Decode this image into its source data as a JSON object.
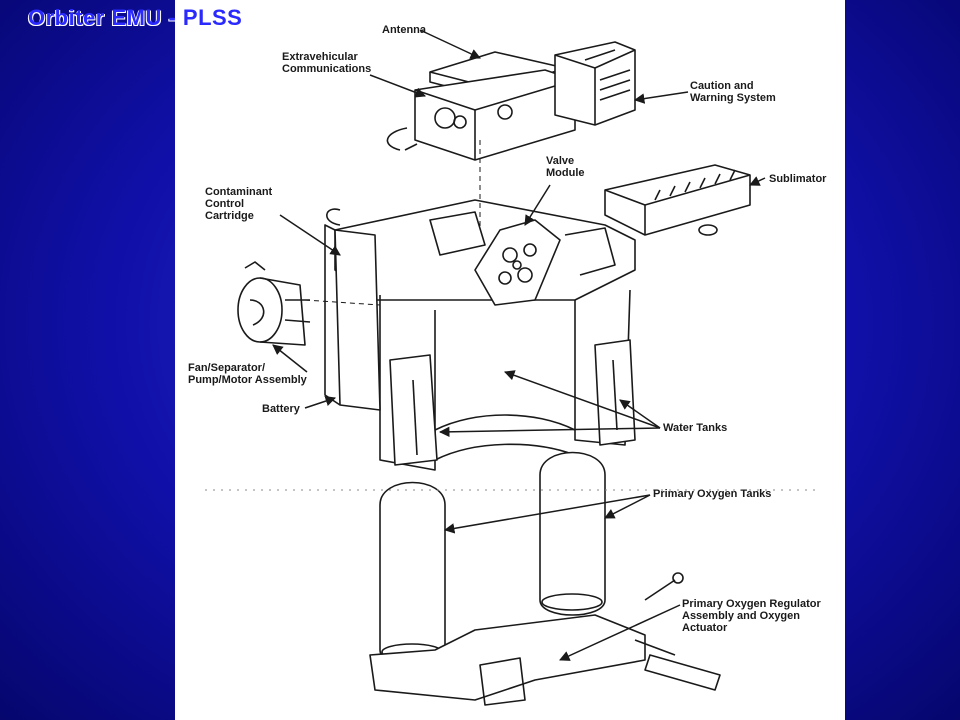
{
  "title": "Orbiter EMU - PLSS",
  "labels": {
    "antenna": [
      "Antenna"
    ],
    "evc": [
      "Extravehicular",
      "Communications"
    ],
    "caution": [
      "Caution and",
      "Warning System"
    ],
    "valve": [
      "Valve",
      "Module"
    ],
    "sublimator": [
      "Sublimator"
    ],
    "ccc": [
      "Contaminant",
      "Control",
      "Cartridge"
    ],
    "fan": [
      "Fan/Separator/",
      "Pump/Motor Assembly"
    ],
    "battery": [
      "Battery"
    ],
    "water": [
      "Water Tanks"
    ],
    "oxygen": [
      "Primary Oxygen Tanks"
    ],
    "regulator": [
      "Primary Oxygen Regulator",
      "Assembly and Oxygen",
      "Actuator"
    ]
  },
  "colors": {
    "background": "#1010a8",
    "title": "#2a2aff",
    "panel": "#ffffff",
    "ink": "#1a1a1a"
  }
}
